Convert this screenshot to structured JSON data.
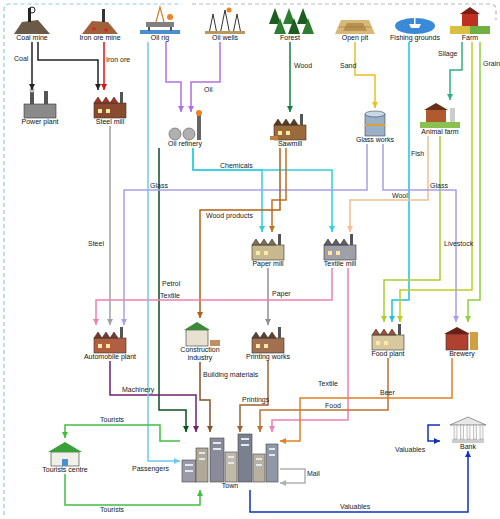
{
  "diagram": {
    "nodes": [
      {
        "text": [
          "Coal mine"
        ]
      },
      {
        "text": [
          "Iron ore mine"
        ]
      },
      {
        "text": [
          "Oil rig"
        ]
      },
      {
        "text": [
          "Oil wells"
        ]
      },
      {
        "text": [
          "Forest"
        ]
      },
      {
        "text": [
          "Open pit"
        ]
      },
      {
        "text": [
          "Fishing grounds"
        ]
      },
      {
        "text": [
          "Farm"
        ]
      },
      {
        "text": [
          "Power plant"
        ]
      },
      {
        "text": [
          "Steel mill"
        ]
      },
      {
        "text": [
          "Oil refinery"
        ]
      },
      {
        "text": [
          "Sawmill"
        ]
      },
      {
        "text": [
          "Glass works"
        ]
      },
      {
        "text": [
          "Animal farm"
        ]
      },
      {
        "text": [
          "Paper mill"
        ]
      },
      {
        "text": [
          "Textile mill"
        ]
      },
      {
        "text": [
          "Automobile plant"
        ]
      },
      {
        "text": [
          "Construction industry"
        ]
      },
      {
        "text": [
          "Printing works"
        ]
      },
      {
        "text": [
          "Food plant"
        ]
      },
      {
        "text": [
          "Brewery"
        ]
      },
      {
        "text": [
          "Tourists centre"
        ]
      },
      {
        "text": [
          "Town"
        ]
      },
      {
        "text": [
          "Bank"
        ]
      }
    ],
    "edges": [
      {
        "from": 0,
        "to": 8,
        "label": "Coal",
        "arrow": "to"
      },
      {
        "from": 0,
        "to": 9,
        "arrow": "to"
      },
      {
        "from": 1,
        "to": 9,
        "label": "Iron ore",
        "arrow": "to"
      },
      {
        "from": 2,
        "to": 10,
        "arrow": "to"
      },
      {
        "from": 3,
        "to": 10,
        "label": "Oil",
        "arrow": "to"
      },
      {
        "from": 4,
        "to": 11,
        "label": "Wood",
        "arrow": "to"
      },
      {
        "from": 5,
        "to": 12,
        "label": "Sand",
        "arrow": "to"
      },
      {
        "from": 6,
        "to": 19,
        "label": "Fish",
        "arrow": "to"
      },
      {
        "from": 7,
        "to": 13,
        "label": "Silage",
        "arrow": "to"
      },
      {
        "from": 7,
        "to": 20,
        "label": "Grain",
        "arrow": "to"
      },
      {
        "from": 7,
        "to": 19,
        "arrow": "to"
      },
      {
        "from": 13,
        "to": 19,
        "label": "Livestock",
        "arrow": "to"
      },
      {
        "from": 13,
        "to": 15,
        "label": "Wool",
        "arrow": "to"
      },
      {
        "from": 9,
        "to": 16,
        "label": "Steel",
        "arrow": "to"
      },
      {
        "from": 10,
        "to": 14,
        "label": "Chemicals",
        "arrow": "to"
      },
      {
        "from": 10,
        "to": 15,
        "arrow": "to"
      },
      {
        "from": 10,
        "to": 22,
        "label": "Petrol",
        "arrow": "to"
      },
      {
        "from": 12,
        "to": 16,
        "label": "Glass",
        "arrow": "to"
      },
      {
        "from": 12,
        "to": 20,
        "label": "Glass",
        "arrow": "to"
      },
      {
        "from": 11,
        "to": 14,
        "arrow": "to"
      },
      {
        "from": 11,
        "to": 17,
        "label": "Wood products",
        "arrow": "to"
      },
      {
        "from": 14,
        "to": 18,
        "label": "Paper",
        "arrow": "to"
      },
      {
        "from": 15,
        "to": 16,
        "label": "Textile",
        "arrow": "to"
      },
      {
        "from": 15,
        "to": 22,
        "label": "Textile",
        "arrow": "to"
      },
      {
        "from": 17,
        "to": 22,
        "label": "Building materials",
        "arrow": "to"
      },
      {
        "from": 18,
        "to": 22,
        "label": "Printings",
        "arrow": "to"
      },
      {
        "from": 16,
        "to": 22,
        "label": "Machinery",
        "arrow": "to"
      },
      {
        "from": 19,
        "to": 22,
        "label": "Food",
        "arrow": "to"
      },
      {
        "from": 20,
        "to": 22,
        "label": "Beer",
        "arrow": "to"
      },
      {
        "from": 22,
        "to": 22,
        "label": "Mail",
        "arrow": "to"
      },
      {
        "from": 2,
        "to": 22,
        "label": "Passengers",
        "arrow": "to"
      },
      {
        "from": 22,
        "to": 21,
        "label": "Tourists",
        "arrow": "to"
      },
      {
        "from": 21,
        "to": 22,
        "label": "Tourists",
        "arrow": "to"
      },
      {
        "from": 22,
        "to": 23,
        "label": "Valuables",
        "arrow": "to"
      },
      {
        "from": 23,
        "to": 23,
        "label": "Valuables",
        "arrow": "to"
      }
    ]
  }
}
